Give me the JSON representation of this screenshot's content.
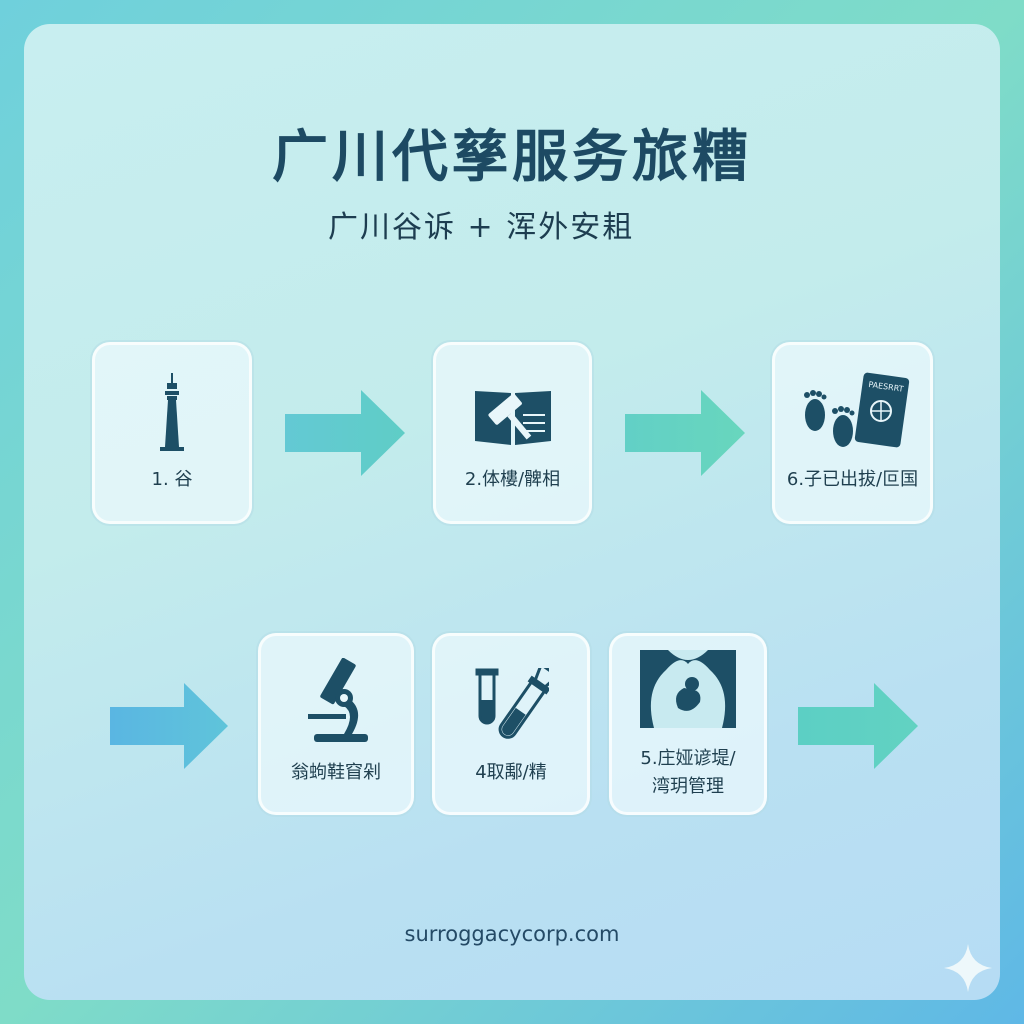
{
  "header": {
    "title": "广川代孳服务旅糟",
    "subtitle": "广川谷诉 + 浑外安耝"
  },
  "steps": [
    {
      "label": "1.  谷",
      "icon": "tower-icon"
    },
    {
      "label": "2.体樓/髀相",
      "icon": "law-book-gavel-icon"
    },
    {
      "label": "6.子已出拔/叵国",
      "icon": "footprints-passport-icon",
      "passport_text": "PAESRRT"
    },
    {
      "label": "翁蚼鞋窅剁",
      "icon": "microscope-icon"
    },
    {
      "label": "4取鄅/精",
      "icon": "test-tubes-icon"
    },
    {
      "label_line1": "5.庄娅谚堤/",
      "label_line2": "湾玥管理",
      "icon": "fetus-icon"
    }
  ],
  "footer": {
    "website": "surroggacycorp.com"
  },
  "colors": {
    "icon": "#1d4f66",
    "arrow_teal": "#5ecfc8",
    "title": "#1d4a63"
  }
}
